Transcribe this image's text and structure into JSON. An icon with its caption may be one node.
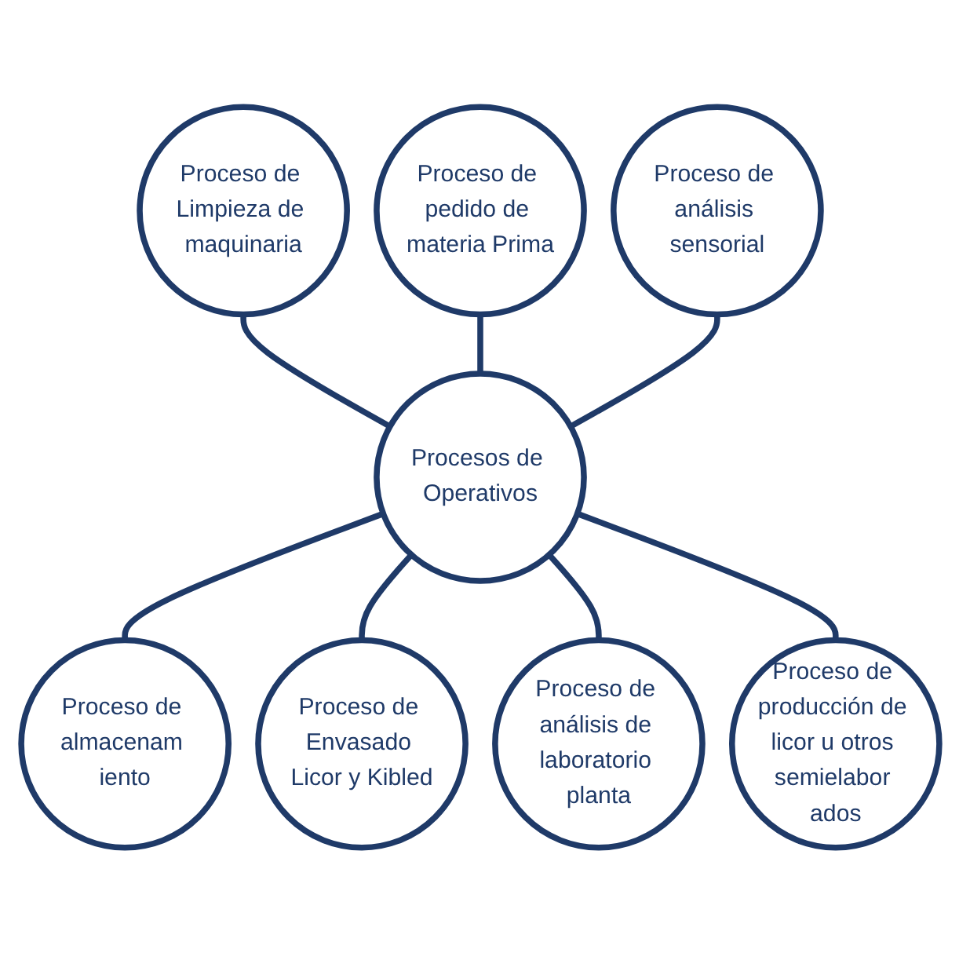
{
  "diagram": {
    "nodes": [
      {
        "text": [
          "Proceso de pedido de materia Prima"
        ]
      },
      {
        "text": [
          "Proceso de Limpieza de maquinaria"
        ]
      },
      {
        "text": [
          "Proceso de análisis sensorial"
        ]
      },
      {
        "text": [
          "Procesos de Operativos"
        ]
      },
      {
        "text": [
          "Proceso de producción de licor u otros semielabor ados"
        ]
      },
      {
        "text": [
          "Proceso de almacenam iento"
        ]
      },
      {
        "text": [
          "Proceso de Envasado Licor y Kibled"
        ]
      },
      {
        "text": [
          "Proceso de análisis de laboratorio planta"
        ]
      }
    ],
    "edges": [
      {
        "from": 1,
        "to": 3,
        "arrow": "none"
      },
      {
        "from": 0,
        "to": 3,
        "arrow": "none"
      },
      {
        "from": 2,
        "to": 3,
        "arrow": "none"
      },
      {
        "from": 3,
        "to": 5,
        "arrow": "none"
      },
      {
        "from": 3,
        "to": 6,
        "arrow": "none"
      },
      {
        "from": 3,
        "to": 7,
        "arrow": "none"
      },
      {
        "from": 3,
        "to": 4,
        "arrow": "none"
      }
    ]
  }
}
